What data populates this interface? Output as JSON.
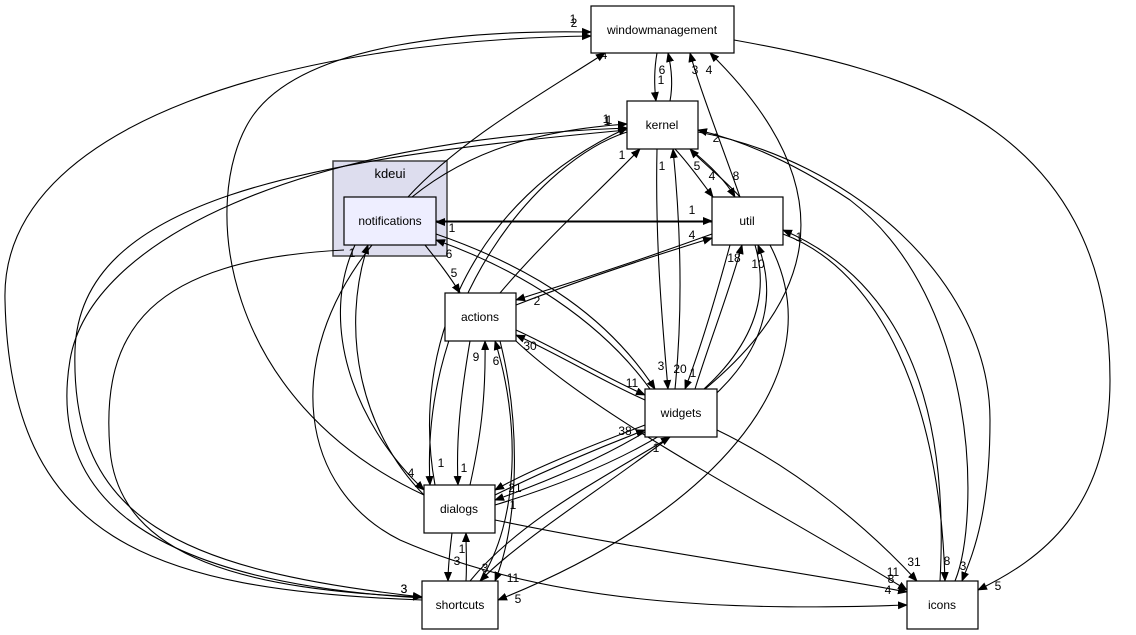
{
  "title": "kdeui directory dependency graph",
  "colors": {
    "cluster_fill": "#ddddee",
    "focus_node_fill": "#eeeeff",
    "node_fill": "#ffffff",
    "edge": "#000000"
  },
  "cluster": {
    "id": "kdeui",
    "label": "kdeui"
  },
  "nodes": [
    {
      "id": "windowmanagement",
      "label": "windowmanagement"
    },
    {
      "id": "kernel",
      "label": "kernel"
    },
    {
      "id": "notifications",
      "label": "notifications",
      "in_cluster": true
    },
    {
      "id": "util",
      "label": "util"
    },
    {
      "id": "actions",
      "label": "actions"
    },
    {
      "id": "widgets",
      "label": "widgets"
    },
    {
      "id": "dialogs",
      "label": "dialogs"
    },
    {
      "id": "shortcuts",
      "label": "shortcuts"
    },
    {
      "id": "icons",
      "label": "icons"
    }
  ],
  "edges": [
    {
      "from": "windowmanagement",
      "to": "kernel",
      "label": "1"
    },
    {
      "from": "windowmanagement",
      "to": "icons",
      "label": "5"
    },
    {
      "from": "kernel",
      "to": "windowmanagement",
      "label": "6"
    },
    {
      "from": "kernel",
      "to": "util",
      "label": "4"
    },
    {
      "from": "kernel",
      "to": "widgets",
      "label": "1"
    },
    {
      "from": "kernel",
      "to": "dialogs",
      "label": "1"
    },
    {
      "from": "kernel",
      "to": "shortcuts",
      "label": "3"
    },
    {
      "from": "kernel",
      "to": "icons",
      "label": "3"
    },
    {
      "from": "notifications",
      "to": "windowmanagement",
      "label": "4"
    },
    {
      "from": "notifications",
      "to": "kernel",
      "label": "1"
    },
    {
      "from": "notifications",
      "to": "util",
      "label": "1"
    },
    {
      "from": "notifications",
      "to": "actions",
      "label": "5"
    },
    {
      "from": "notifications",
      "to": "widgets",
      "label": "3"
    },
    {
      "from": "notifications",
      "to": "dialogs",
      "label": "4"
    },
    {
      "from": "notifications",
      "to": "shortcuts",
      "label": "3"
    },
    {
      "from": "notifications",
      "to": "icons",
      "label": "4"
    },
    {
      "from": "util",
      "to": "windowmanagement",
      "label": "3"
    },
    {
      "from": "util",
      "to": "kernel",
      "label": "5"
    },
    {
      "from": "util",
      "to": "notifications",
      "label": "1"
    },
    {
      "from": "util",
      "to": "actions",
      "label": "2"
    },
    {
      "from": "util",
      "to": "widgets",
      "label": "1"
    },
    {
      "from": "util",
      "to": "dialogs",
      "label": "1"
    },
    {
      "from": "util",
      "to": "shortcuts",
      "label": "5"
    },
    {
      "from": "util",
      "to": "icons",
      "label": "8"
    },
    {
      "from": "actions",
      "to": "kernel",
      "label": "1"
    },
    {
      "from": "actions",
      "to": "util",
      "label": "4"
    },
    {
      "from": "actions",
      "to": "widgets",
      "label": "11"
    },
    {
      "from": "actions",
      "to": "dialogs",
      "label": "1"
    },
    {
      "from": "actions",
      "to": "shortcuts",
      "label": "3"
    },
    {
      "from": "actions",
      "to": "icons",
      "label": "11"
    },
    {
      "from": "widgets",
      "to": "windowmanagement",
      "label": "4"
    },
    {
      "from": "widgets",
      "to": "kernel",
      "label": "20"
    },
    {
      "from": "widgets",
      "to": "notifications",
      "label": "6"
    },
    {
      "from": "widgets",
      "to": "util",
      "label": "18"
    },
    {
      "from": "widgets",
      "to": "actions",
      "label": "30"
    },
    {
      "from": "widgets",
      "to": "dialogs",
      "label": "21"
    },
    {
      "from": "widgets",
      "to": "shortcuts",
      "label": "11"
    },
    {
      "from": "widgets",
      "to": "icons",
      "label": "31"
    },
    {
      "from": "dialogs",
      "to": "windowmanagement",
      "label": "2"
    },
    {
      "from": "dialogs",
      "to": "kernel",
      "label": "1"
    },
    {
      "from": "dialogs",
      "to": "notifications",
      "label": "1"
    },
    {
      "from": "dialogs",
      "to": "util",
      "label": "10"
    },
    {
      "from": "dialogs",
      "to": "actions",
      "label": "9"
    },
    {
      "from": "dialogs",
      "to": "widgets",
      "label": "38"
    },
    {
      "from": "dialogs",
      "to": "shortcuts",
      "label": "3"
    },
    {
      "from": "dialogs",
      "to": "icons",
      "label": "8"
    },
    {
      "from": "shortcuts",
      "to": "windowmanagement",
      "label": "1"
    },
    {
      "from": "shortcuts",
      "to": "kernel",
      "label": "1"
    },
    {
      "from": "shortcuts",
      "to": "actions",
      "label": "6"
    },
    {
      "from": "shortcuts",
      "to": "widgets",
      "label": "1"
    },
    {
      "from": "shortcuts",
      "to": "dialogs",
      "label": "1"
    },
    {
      "from": "icons",
      "to": "util",
      "label": "1"
    },
    {
      "from": "icons",
      "to": "kernel",
      "label": "2"
    },
    {
      "from": "kernel",
      "to": "util",
      "label": "8"
    }
  ]
}
